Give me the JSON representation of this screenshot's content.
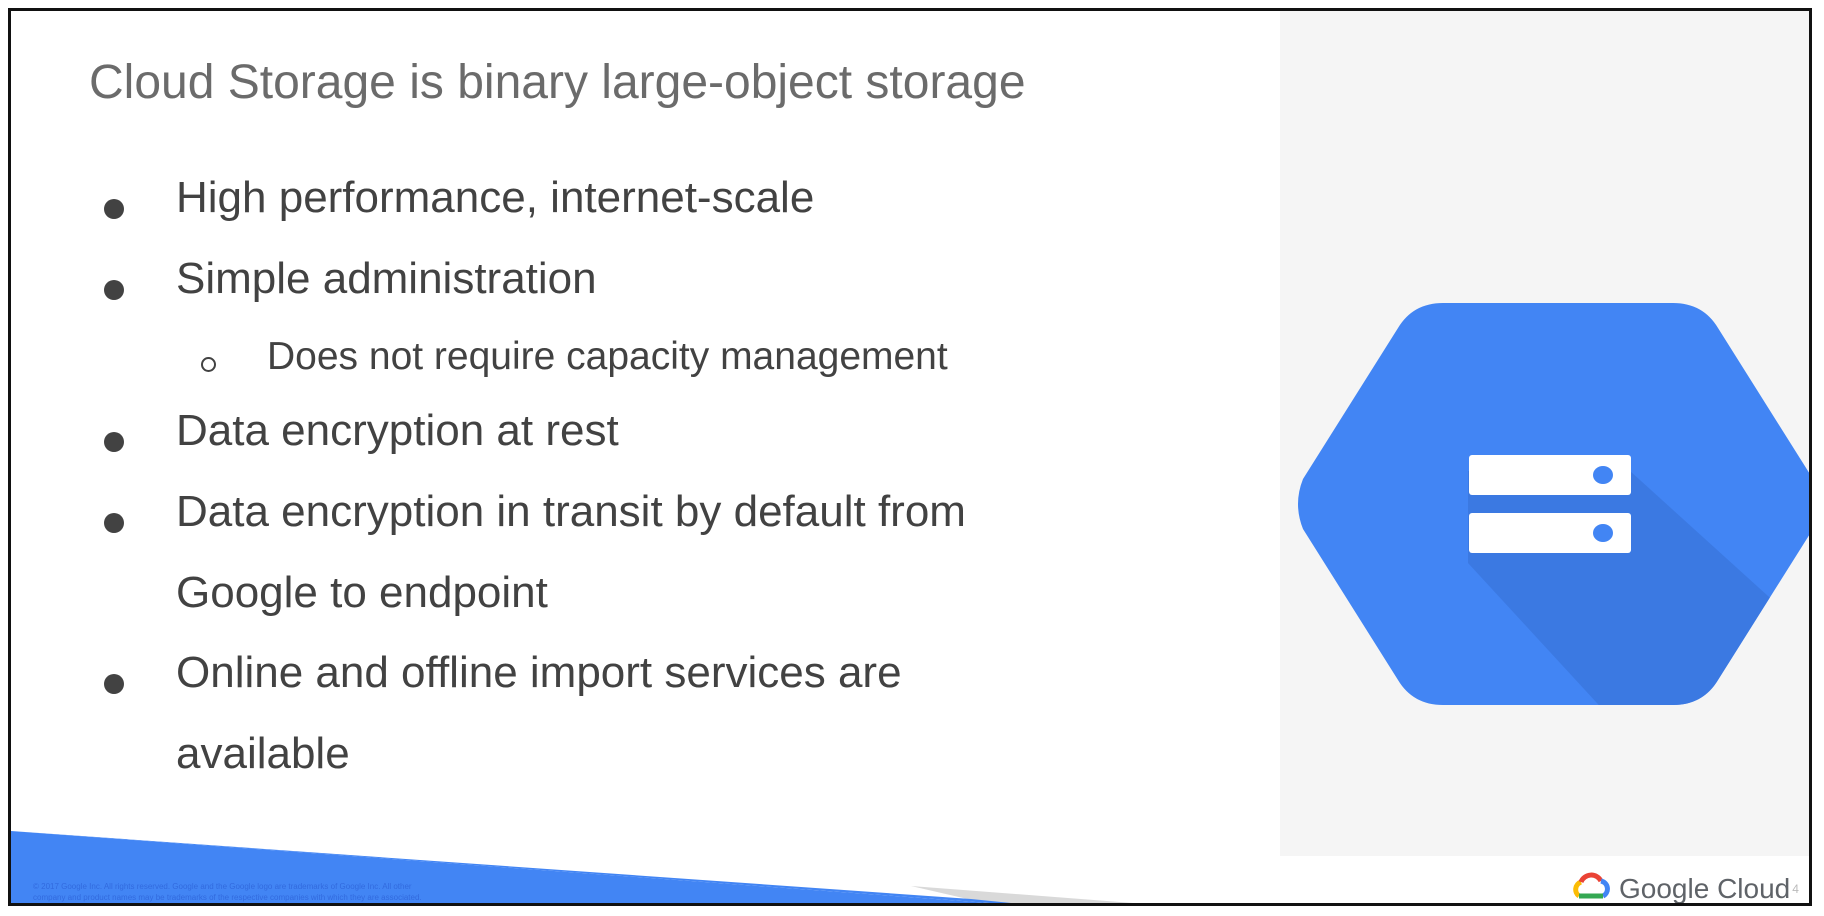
{
  "slide": {
    "title": "Cloud Storage is binary large-object storage",
    "bullets": [
      {
        "level": 1,
        "text": "High performance, internet-scale"
      },
      {
        "level": 1,
        "text": "Simple administration"
      },
      {
        "level": 2,
        "text": "Does not require capacity management"
      },
      {
        "level": 1,
        "text": "Data encryption at rest"
      },
      {
        "level": 1,
        "text": "Data encryption in transit by default from"
      },
      {
        "level": 0,
        "text": "Google to endpoint"
      },
      {
        "level": 1,
        "text": "Online and offline import services are"
      },
      {
        "level": 0,
        "text": "available"
      }
    ]
  },
  "footer": {
    "copyright_line1": "© 2017 Google Inc. All rights reserved. Google and the Google logo are trademarks of Google Inc. All other",
    "copyright_line2": "company and product names may be trademarks of the respective companies with which they are associated.",
    "brand": "Google Cloud",
    "page_number": "4"
  },
  "icons": {
    "main": "cloud-storage-hexagon-icon",
    "brand": "google-cloud-logo-icon"
  },
  "colors": {
    "accent_blue": "#4285f4",
    "text_dark": "#424242",
    "title_gray": "#6b6b6b",
    "panel_gray": "#f5f5f5"
  }
}
